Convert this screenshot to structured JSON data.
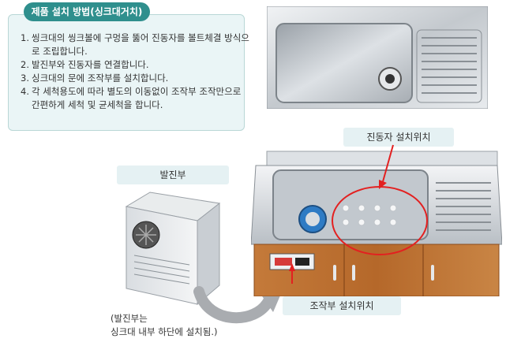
{
  "panel": {
    "title": "제품 설치 방법(싱크대거치)",
    "steps": [
      {
        "num": "1.",
        "text": "씽크대의 씽크볼에 구멍을 뚫어 진동자를 볼트체결 방식으로 조립합니다."
      },
      {
        "num": "2.",
        "text": "발진부와 진동자를 연결합니다."
      },
      {
        "num": "3.",
        "text": "싱크대의 문에 조작부를 설치합니다."
      },
      {
        "num": "4.",
        "text": "각 세척용도에 따라 별도의 이동없이 조작부 조작만으로 간편하게 세척 및 균세척을 합니다."
      }
    ]
  },
  "labels": {
    "vibrator_position": "진동자 설치위치",
    "unit": "발진부",
    "control_position": "조작부 설치위치"
  },
  "note": {
    "line1": "(발진부는",
    "line2": "싱크대 내부 하단에 설치됨.)"
  },
  "colors": {
    "accent": "#2f8f8d",
    "label_bg": "#e5f1f3",
    "panel_bg": "#eaf5f6",
    "pointer": "#e32020",
    "cabinet": "#b86a2c"
  }
}
